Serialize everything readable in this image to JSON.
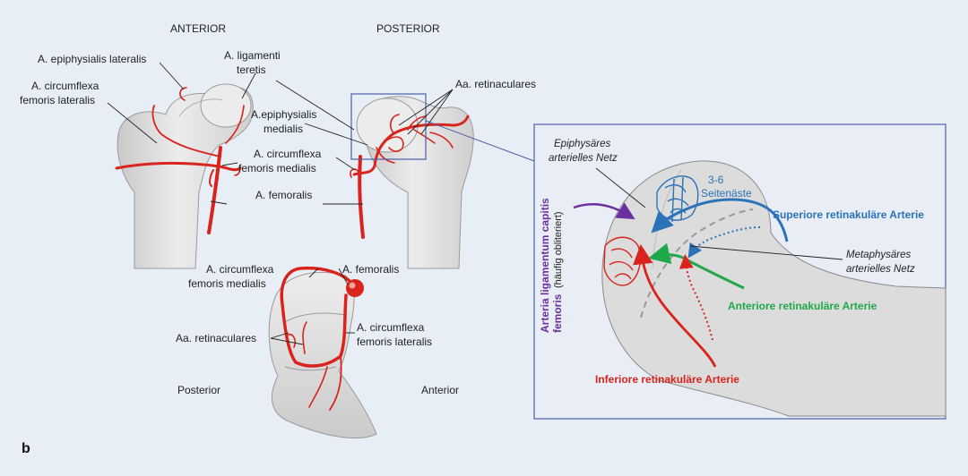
{
  "views": {
    "anterior_title": "ANTERIOR",
    "posterior_title": "POSTERIOR",
    "posterior_bottom": "Posterior",
    "anterior_bottom": "Anterior"
  },
  "labels": {
    "a_epiphysialis_lateralis": "A. epiphysialis lateralis",
    "a_circumflexa_lat_1": "A. circumflexa",
    "a_circumflexa_lat_2": "femoris lateralis",
    "a_lig_teretis_1": "A. ligamenti",
    "a_lig_teretis_2": "teretis",
    "a_epiphysialis_medialis_1": "A.epiphysialis",
    "a_epiphysialis_medialis_2": "medialis",
    "a_circumflexa_med_1": "A. circumflexa",
    "a_circumflexa_med_2": "femoris medialis",
    "a_femoralis": "A. femoralis",
    "aa_retinaculares": "Aa. retinaculares",
    "bottom_circ_med_1": "A. circumflexa",
    "bottom_circ_med_2": "femoris medialis",
    "bottom_a_femoralis": "A. femoralis",
    "bottom_aa_retinaculares": "Aa. retinaculares",
    "bottom_circ_lat_1": "A. circumflexa",
    "bottom_circ_lat_2": "femoris lateralis"
  },
  "detail": {
    "epiphysares_1": "Epiphysäres",
    "epiphysares_2": "arterielles Netz",
    "seitenaeste_1": "3-6",
    "seitenaeste_2": "Seitenäste",
    "superiore": "Superiore retinakuläre Arterie",
    "metaphysares_1": "Metaphysäres",
    "metaphysares_2": "arterielles Netz",
    "anteriore": "Anteriore retinakuläre Arterie",
    "inferiore": "Inferiore retinakuläre Arterie",
    "lig_capitis_1": "Arteria ligamentum capitis",
    "lig_capitis_2": "femoris",
    "lig_capitis_3": "(häufig obliteriert)"
  },
  "panel_letter": "b",
  "colors": {
    "background": "#e8eef6",
    "artery_red": "#d9231c",
    "superior_blue": "#2b72b8",
    "anterior_green": "#1fa84a",
    "ligament_purple": "#6b2fa0",
    "frame_blue": "#4a5fa8"
  }
}
